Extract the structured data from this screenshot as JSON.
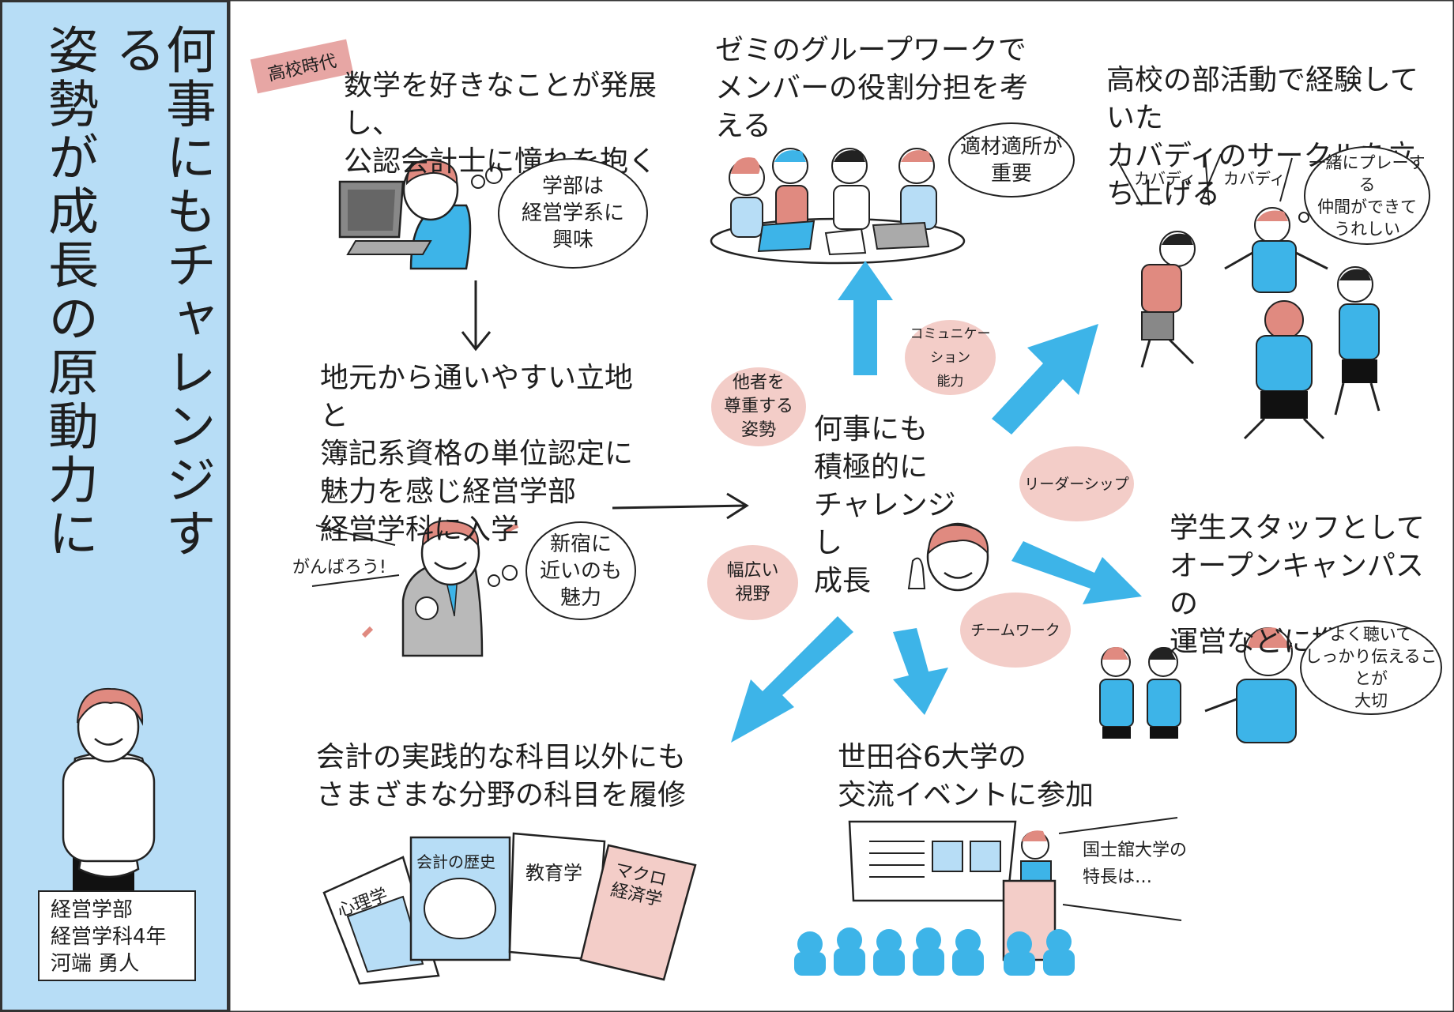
{
  "sidebar": {
    "headline_col1": "何事にもチャレンジする",
    "headline_col2": "姿勢が成長の原動力に",
    "profile": "経営学部\n経営学科4年\n河端 勇人"
  },
  "center": {
    "text": "何事にも\n積極的に\nチャレンジし\n成長"
  },
  "high_school": {
    "tag": "高校時代",
    "text": "数学を好きなことが発展し、\n公認会計士に憧れを抱く",
    "bubble": "学部は\n経営学系に\n興味"
  },
  "admission": {
    "text": "地元から通いやすい立地と\n簿記系資格の単位認定に\n魅力を感じ経営学部\n経営学科に入学",
    "cheer": "がんばろう!",
    "bubble": "新宿に\n近いのも\n魅力"
  },
  "seminar": {
    "text": "ゼミのグループワークで\nメンバーの役割分担を考える",
    "bubble": "適材適所が\n重要"
  },
  "kabaddi": {
    "text": "高校の部活動で経験していた\nカバディのサークルを立ち上げる",
    "shout1": "カバディ",
    "shout2": "カバディ",
    "bubble": "一緒にプレーする\n仲間ができて\nうれしい"
  },
  "staff": {
    "text": "学生スタッフとして\nオープンキャンパスの\n運営などに携わる",
    "bubble": "よく聴いて\nしっかり伝えることが\n大切"
  },
  "courses": {
    "text": "会計の実践的な科目以外にも\nさまざまな分野の科目を履修",
    "books": [
      "心理学",
      "会計の歴史",
      "教育学",
      "マクロ\n経済学"
    ]
  },
  "event": {
    "text": "世田谷6大学の\n交流イベントに参加",
    "speech": "国士舘大学の\n特長は…"
  },
  "skills": [
    "他者を\n尊重する\n姿勢",
    "コミュニケーション\n能力",
    "リーダーシップ",
    "幅広い\n視野",
    "チームワーク"
  ],
  "colors": {
    "sidebar": "#b7ddf6",
    "arrow": "#3db4e8",
    "pink": "#f3cdc8",
    "tag": "#e7a6a4",
    "hair": "#e08a80",
    "shirt": "#3db4e8"
  }
}
